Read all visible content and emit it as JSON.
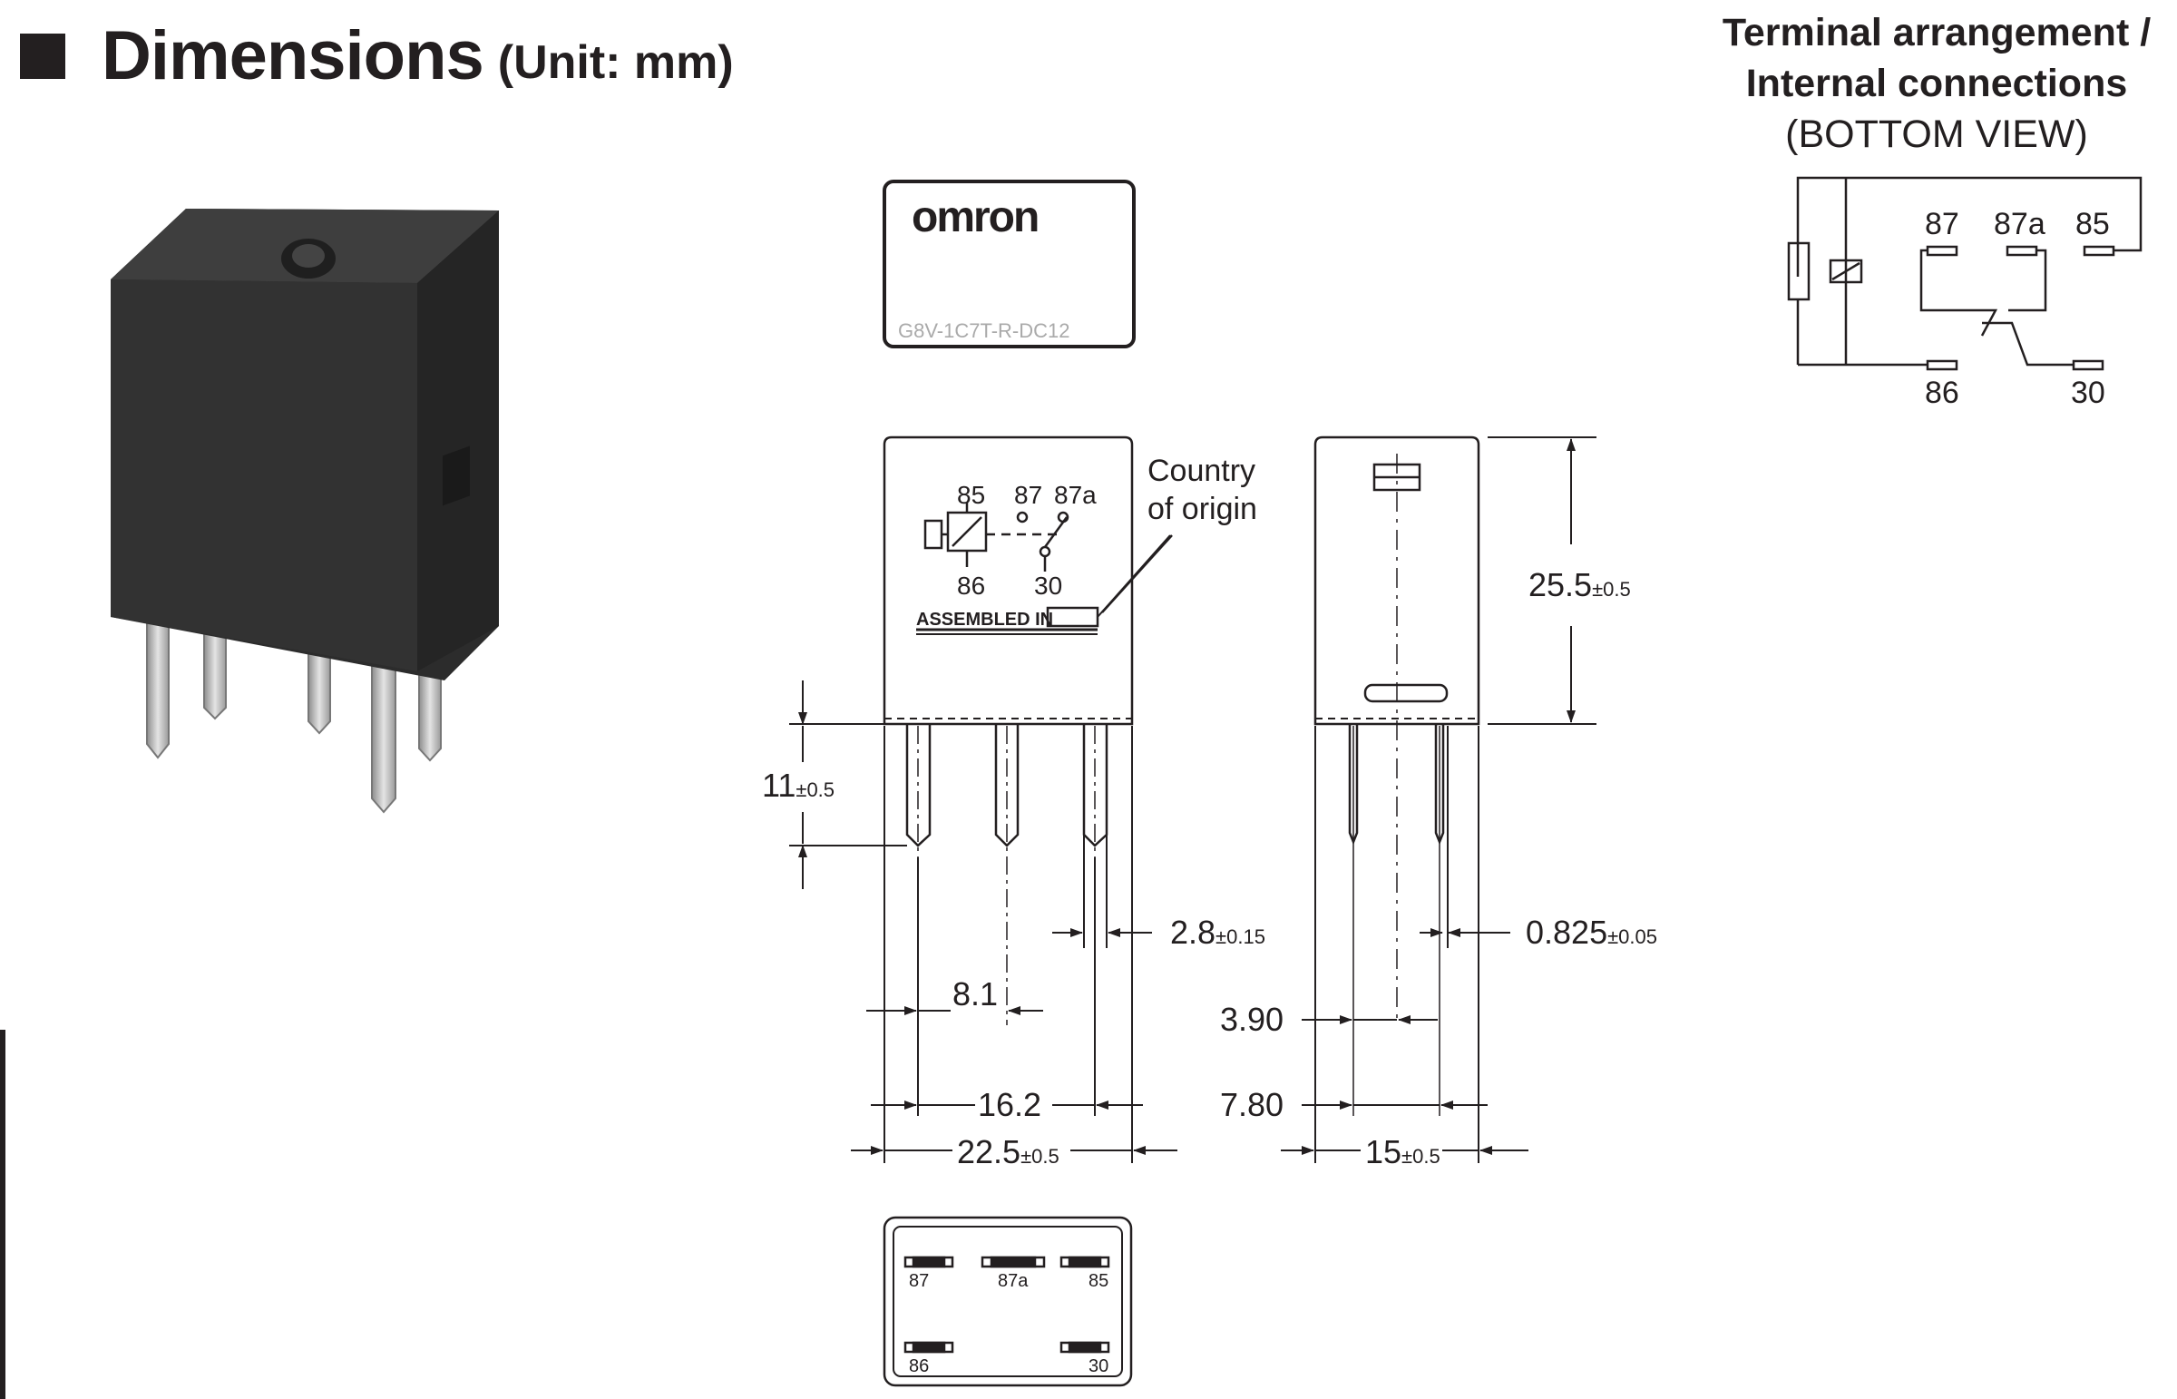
{
  "heading": {
    "title": "Dimensions",
    "unit": "(Unit: mm)"
  },
  "terminal_header": {
    "line1": "Terminal arrangement /",
    "line2": "Internal connections",
    "line3": "(BOTTOM VIEW)"
  },
  "schematic": {
    "labels": {
      "t87": "87",
      "t87a": "87a",
      "t85": "85",
      "t86": "86",
      "t30": "30"
    }
  },
  "top_view": {
    "brand": "omron",
    "model": "G8V-1C7T-R-DC12"
  },
  "front_view": {
    "symbol": {
      "t85": "85",
      "t87": "87",
      "t87a": "87a",
      "t86": "86",
      "t30": "30"
    },
    "assembled": "ASSEMBLED IN",
    "country_line1": "Country",
    "country_line2": "of origin"
  },
  "dimensions": {
    "pin_length": {
      "value": "11",
      "tol": "±0.5"
    },
    "height": {
      "value": "25.5",
      "tol": "±0.5"
    },
    "pin_width": {
      "value": "2.8",
      "tol": "±0.15"
    },
    "pin_thickness": {
      "value": "0.825",
      "tol": "±0.05"
    },
    "pitch_small": "8.1",
    "pitch_large": "16.2",
    "width": {
      "value": "22.5",
      "tol": "±0.5"
    },
    "side_small": "3.90",
    "side_large": "7.80",
    "depth": {
      "value": "15",
      "tol": "±0.5"
    }
  },
  "bottom_view": {
    "labels": {
      "t87": "87",
      "t87a": "87a",
      "t85": "85",
      "t86": "86",
      "t30": "30"
    }
  },
  "colors": {
    "ink": "#231f20",
    "relay_body": "#3a3a3a",
    "pin": "#b8b8b8"
  }
}
